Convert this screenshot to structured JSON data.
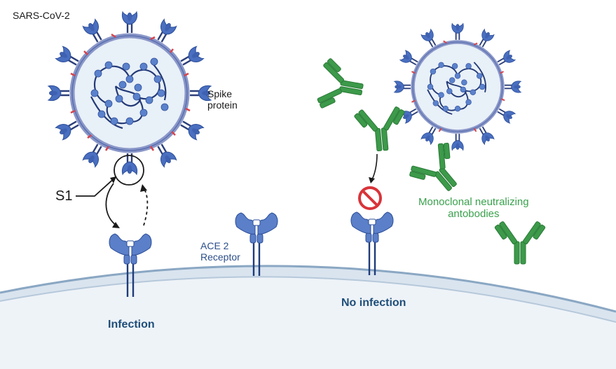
{
  "labels": {
    "title": "SARS-CoV-2",
    "spike_line1": "Spike",
    "spike_line2": "protein",
    "s1": "S1",
    "ace_line1": "ACE 2",
    "ace_line2": "Receptor",
    "mono_line1": "Monoclonal neutralizing",
    "mono_line2": "antobodies",
    "infection": "Infection",
    "no_infection": "No infection"
  },
  "colors": {
    "virus_blue": "#4a6fc0",
    "virus_dark": "#2c3f7a",
    "envelope": "#e8f0f8",
    "red_protein": "#d9434b",
    "antibody_green": "#3c9a4a",
    "cell_membrane": "#8aa7c3",
    "cell_fill": "#eef3f8",
    "text_blue": "#1f4e79",
    "inhibit_red": "#d8343a"
  }
}
